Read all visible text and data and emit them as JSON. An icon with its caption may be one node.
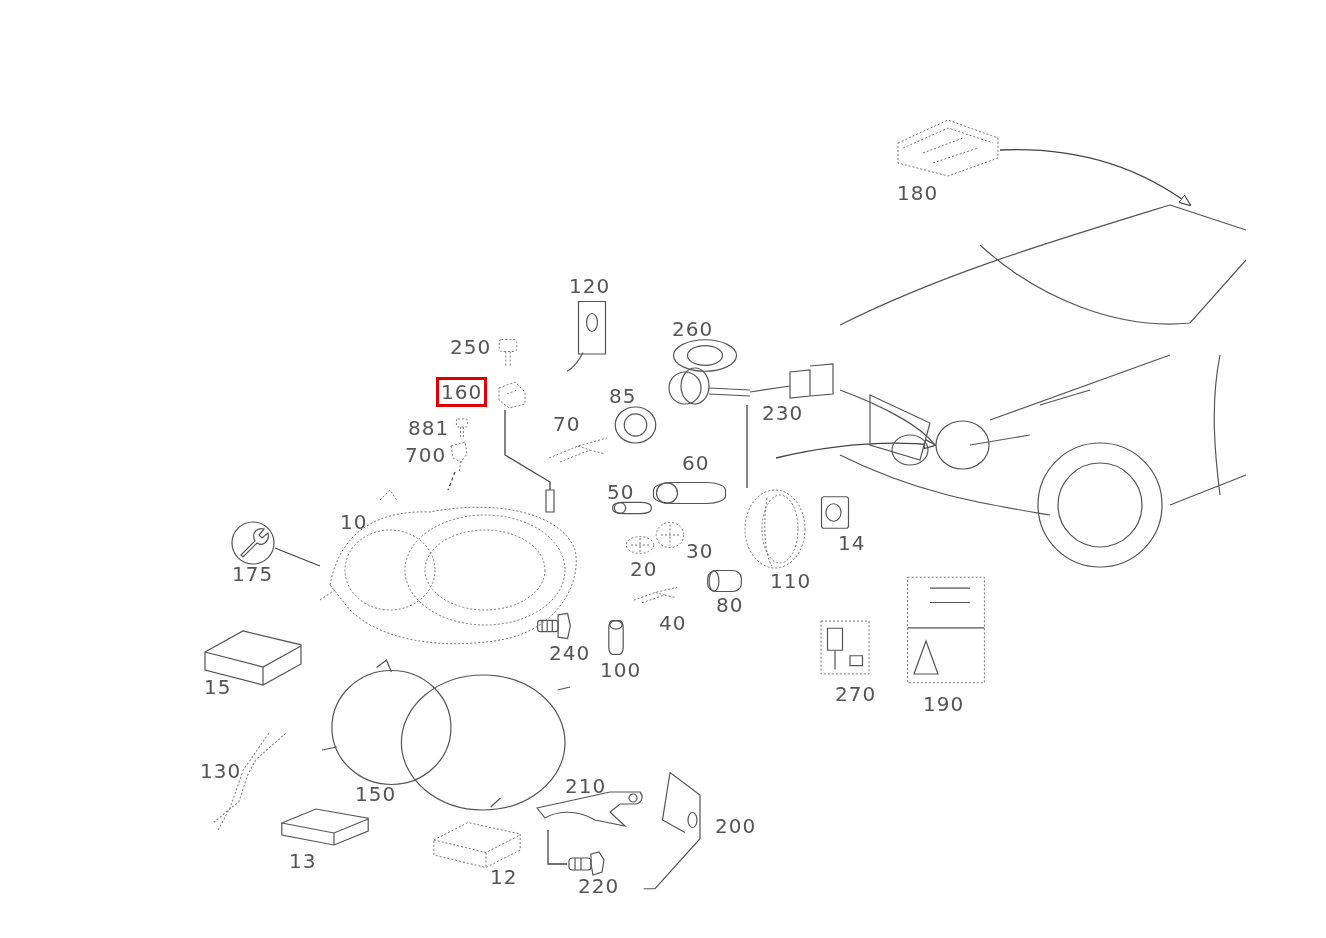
{
  "diagram": {
    "nodes": [
      {
        "text": [],
        "shape": "picture",
        "beside": [
          "10"
        ]
      },
      {
        "text": [],
        "shape": "circle",
        "beside": [
          "175"
        ]
      },
      {
        "text": [],
        "shape": "picture",
        "beside": [
          "160"
        ]
      },
      {
        "text": [],
        "shape": "picture",
        "beside": [
          "700"
        ]
      },
      {
        "text": [],
        "shape": "picture",
        "beside": [
          "230"
        ]
      },
      {
        "text": [],
        "shape": "picture",
        "beside": [
          "110"
        ]
      },
      {
        "text": [],
        "shape": "picture"
      },
      {
        "text": [],
        "shape": "circle",
        "in": 6
      },
      {
        "text": [],
        "shape": "picture",
        "beside": [
          "180"
        ]
      },
      {
        "text": [],
        "shape": "picture",
        "beside": [
          "210"
        ]
      },
      {
        "text": [],
        "shape": "picture",
        "beside": [
          "220"
        ]
      }
    ],
    "edges": [
      {
        "from": 1,
        "to": 0,
        "arrow": "none"
      },
      {
        "from": 2,
        "to": 0,
        "arrow": "none"
      },
      {
        "from": 3,
        "to": 0,
        "arrow": "none",
        "style": "dashed"
      },
      {
        "from": 4,
        "to": 5,
        "arrow": "none"
      },
      {
        "from": null,
        "to": 7,
        "arrow": "to"
      },
      {
        "from": 8,
        "to": 6,
        "arrow": "to"
      },
      {
        "from": 9,
        "to": 10,
        "arrow": "none"
      }
    ],
    "labels": [
      "120",
      "250",
      "260",
      "85",
      "70",
      "881",
      "60",
      "50",
      "14",
      "30",
      "20",
      "80",
      "40",
      "240",
      "15",
      "100",
      "270",
      "190",
      "130",
      "150",
      "200",
      "13",
      "12"
    ]
  }
}
